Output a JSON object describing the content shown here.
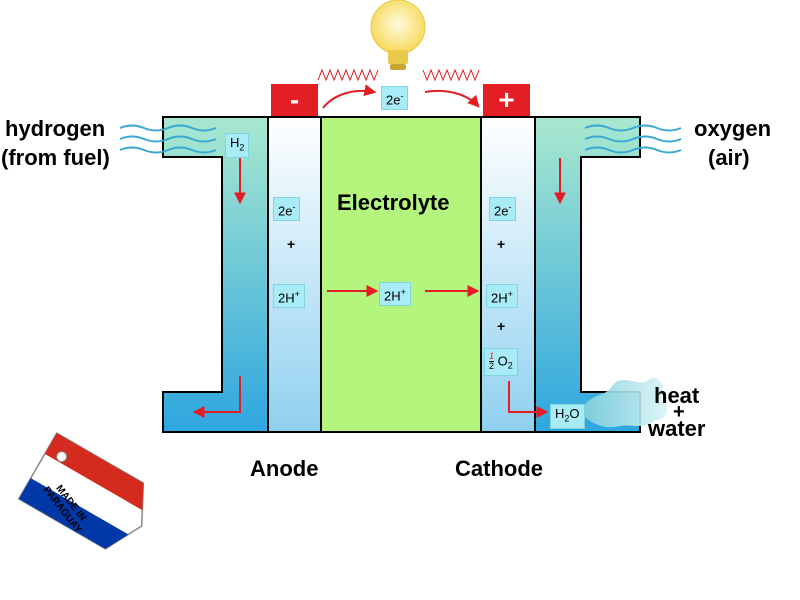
{
  "labels": {
    "hydrogen_line1": "hydrogen",
    "hydrogen_line2": "(from fuel)",
    "oxygen_line1": "oxygen",
    "oxygen_line2": "(air)",
    "electrolyte": "Electrolyte",
    "anode": "Anode",
    "cathode": "Cathode",
    "heat": "heat",
    "plus_sign": "+",
    "water": "water"
  },
  "terminals": {
    "negative": "-",
    "positive": "+"
  },
  "tags": {
    "top_electron": {
      "base": "2e",
      "sup": "-"
    },
    "h2": {
      "base": "H",
      "sub": "2"
    },
    "anode_electron": {
      "base": "2e",
      "sup": "-"
    },
    "anode_proton": {
      "base": "2H",
      "sup": "+"
    },
    "electrolyte_proton": {
      "base": "2H",
      "sup": "+"
    },
    "cathode_electron": {
      "base": "2e",
      "sup": "-"
    },
    "cathode_proton": {
      "base": "2H",
      "sup": "+"
    },
    "half_o2": {
      "num": "1",
      "den": "2",
      "base": "O",
      "sub": "2"
    },
    "h2o": {
      "h": "H",
      "sub": "2",
      "o": "O"
    }
  },
  "operators": {
    "anode_plus": "+",
    "cathode_plus_1": "+",
    "cathode_plus_2": "+"
  },
  "badge": {
    "line1": "MADE IN",
    "line2": "PARAGUAY"
  },
  "colors": {
    "electrolyte": "#b3f57d",
    "terminal_red": "#e31e24",
    "arrow_red": "#e31e24",
    "tag_bg": "#a8ecf7",
    "channel_top": "#a6e6cf",
    "channel_bottom": "#31a9e0",
    "bulb": "#fbe67a"
  }
}
